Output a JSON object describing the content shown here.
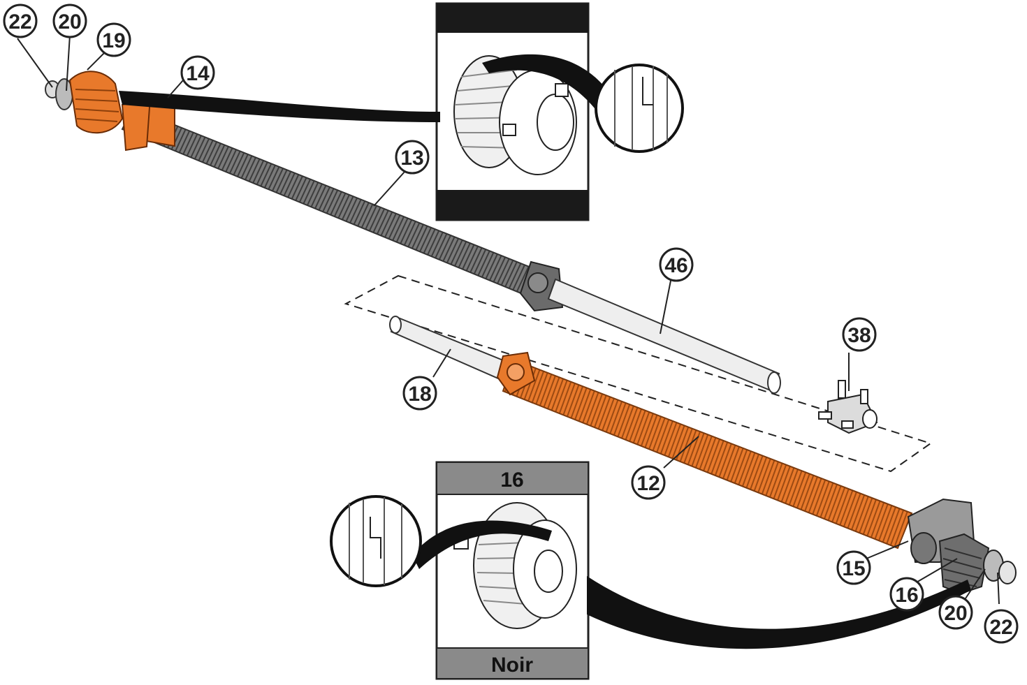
{
  "callouts": {
    "c22_left": "22",
    "c20_left": "20",
    "c19": "19",
    "c14": "14",
    "c13": "13",
    "c46": "46",
    "c38": "38",
    "c18": "18",
    "c12": "12",
    "c15": "15",
    "c16": "16",
    "c20_right": "20",
    "c22_right": "22"
  },
  "detail_box_bottom": {
    "header": "16",
    "footer": "Noir"
  },
  "colors": {
    "orange": "#e8792b",
    "dark_spring": "#6e6e6e",
    "grey_box": "#8a8a8a",
    "black_band": "#1a1a1a"
  }
}
